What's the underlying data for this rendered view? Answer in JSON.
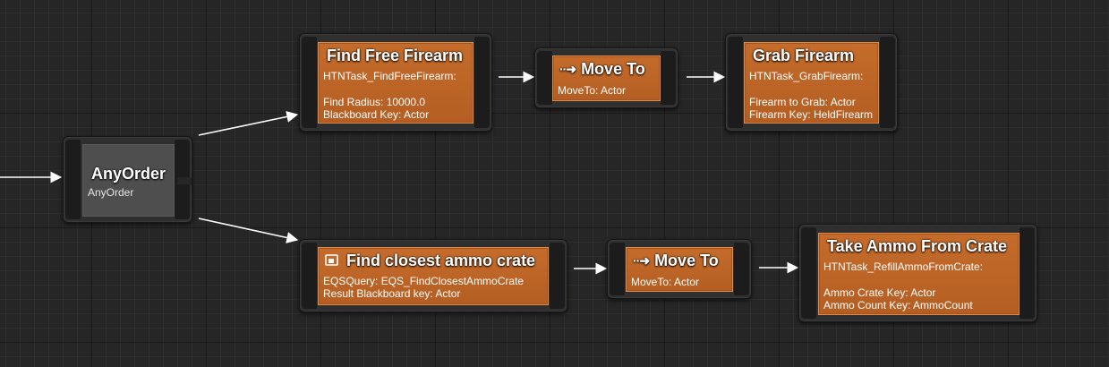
{
  "nodes": {
    "any_order": {
      "title": "AnyOrder",
      "subtitle": "AnyOrder"
    },
    "find_free_firearm": {
      "title": "Find Free Firearm",
      "lines": [
        "HTNTask_FindFreeFirearm:",
        "",
        "Find Radius: 10000.0",
        "Blackboard Key: Actor"
      ]
    },
    "move_to_1": {
      "title": "Move To",
      "icon": "move-to-arrow-icon",
      "lines": [
        "MoveTo: Actor"
      ]
    },
    "grab_firearm": {
      "title": "Grab Firearm",
      "lines": [
        "HTNTask_GrabFirearm:",
        "",
        "Firearm to Grab: Actor",
        "Firearm Key: HeldFirearm"
      ]
    },
    "find_ammo_crate": {
      "title": "Find closest ammo crate",
      "icon": "eqs-query-icon",
      "lines": [
        "EQSQuery: EQS_FindClosestAmmoCrate",
        "Result Blackboard key: Actor"
      ]
    },
    "move_to_2": {
      "title": "Move To",
      "icon": "move-to-arrow-icon",
      "lines": [
        "MoveTo: Actor"
      ]
    },
    "take_ammo": {
      "title": "Take Ammo From Crate",
      "lines": [
        "HTNTask_RefillAmmoFromCrate:",
        "",
        "Ammo Crate Key: Actor",
        "Ammo Count Key: AmmoCount"
      ]
    }
  },
  "colors": {
    "graph_background": "#262626",
    "task_node": "#bd6527",
    "composite_node": "#4e4e4e",
    "wire": "#ffffff"
  }
}
